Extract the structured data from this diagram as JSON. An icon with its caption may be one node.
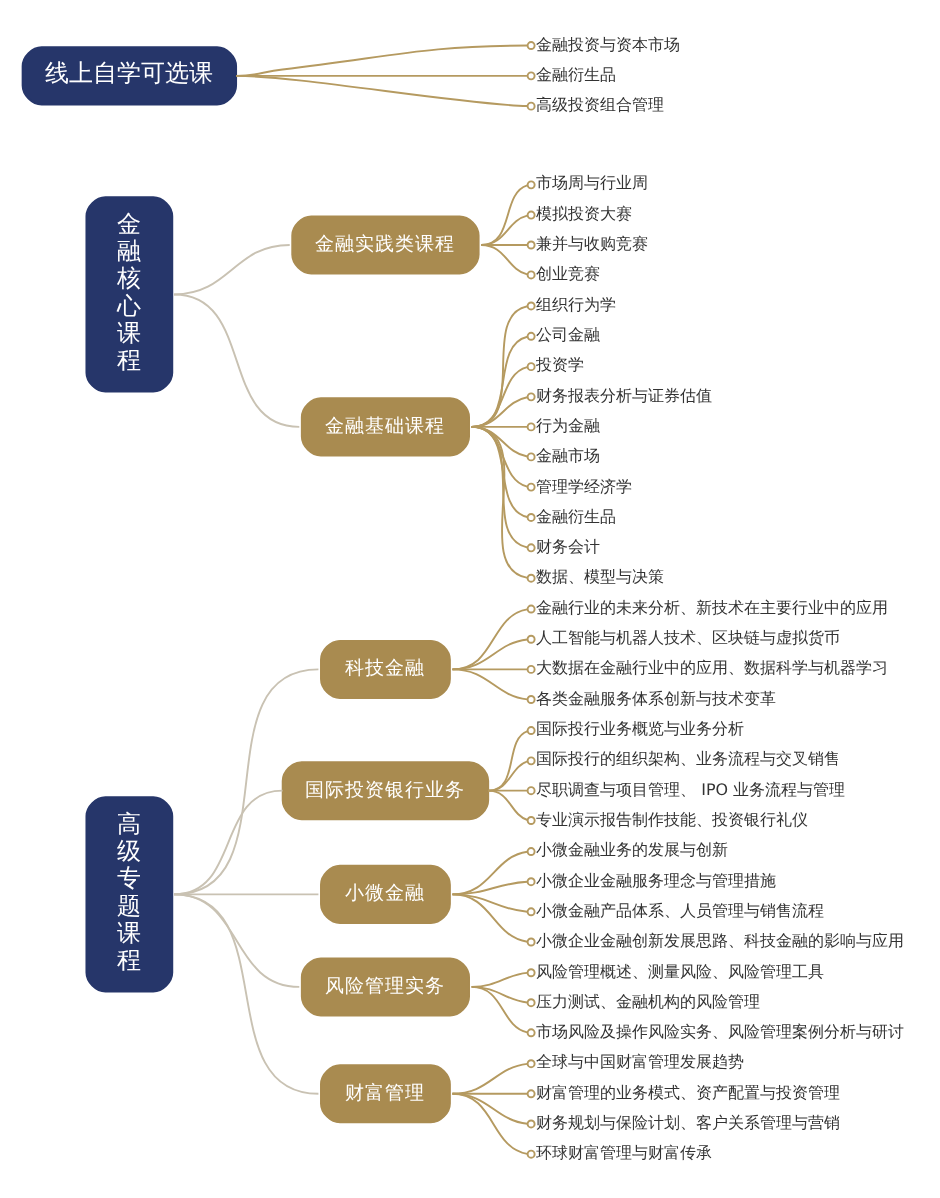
{
  "diagram": {
    "nodes": [
      {
        "text": [
          "线上自学可选课"
        ]
      },
      {
        "text": [
          "金融投资与资本市场"
        ]
      },
      {
        "text": [
          "金融衍生品"
        ]
      },
      {
        "text": [
          "高级投资组合管理"
        ]
      },
      {
        "text": [
          "金融核心课程"
        ]
      },
      {
        "text": [
          "金融实践类课程"
        ]
      },
      {
        "text": [
          "市场周与行业周"
        ]
      },
      {
        "text": [
          "模拟投资大赛"
        ]
      },
      {
        "text": [
          "兼并与收购竞赛"
        ]
      },
      {
        "text": [
          "创业竞赛"
        ]
      },
      {
        "text": [
          "金融基础课程"
        ]
      },
      {
        "text": [
          "组织行为学"
        ]
      },
      {
        "text": [
          "公司金融"
        ]
      },
      {
        "text": [
          "投资学"
        ]
      },
      {
        "text": [
          "财务报表分析与证券估值"
        ]
      },
      {
        "text": [
          "行为金融"
        ]
      },
      {
        "text": [
          "金融市场"
        ]
      },
      {
        "text": [
          "管理学经济学"
        ]
      },
      {
        "text": [
          "金融衍生品"
        ]
      },
      {
        "text": [
          "财务会计"
        ]
      },
      {
        "text": [
          "数据、模型与决策"
        ]
      },
      {
        "text": [
          "高级专题课程"
        ]
      },
      {
        "text": [
          "科技金融"
        ]
      },
      {
        "text": [
          "金融行业的未来分析、新技术在主要行业中的应用"
        ]
      },
      {
        "text": [
          "人工智能与机器人技术、区块链与虚拟货币"
        ]
      },
      {
        "text": [
          "大数据在金融行业中的应用、数据科学与机器学习"
        ]
      },
      {
        "text": [
          "各类金融服务体系创新与技术变革"
        ]
      },
      {
        "text": [
          "国际投资银行业务"
        ]
      },
      {
        "text": [
          "国际投行业务概览与业务分析"
        ]
      },
      {
        "text": [
          "国际投行的组织架构、业务流程与交叉销售"
        ]
      },
      {
        "text": [
          "尽职调查与项目管理、 IPO 业务流程与管理"
        ]
      },
      {
        "text": [
          "专业演示报告制作技能、投资银行礼仪"
        ]
      },
      {
        "text": [
          "小微金融"
        ]
      },
      {
        "text": [
          "小微金融业务的发展与创新"
        ]
      },
      {
        "text": [
          "小微企业金融服务理念与管理措施"
        ]
      },
      {
        "text": [
          "小微金融产品体系、人员管理与销售流程"
        ]
      },
      {
        "text": [
          "小微企业金融创新发展思路、科技金融的影响与应用"
        ]
      },
      {
        "text": [
          "风险管理实务"
        ]
      },
      {
        "text": [
          "风险管理概述、测量风险、风险管理工具"
        ]
      },
      {
        "text": [
          "压力测试、金融机构的风险管理"
        ]
      },
      {
        "text": [
          "市场风险及操作风险实务、风险管理案例分析与研讨"
        ]
      },
      {
        "text": [
          "财富管理"
        ]
      },
      {
        "text": [
          "全球与中国财富管理发展趋势"
        ]
      },
      {
        "text": [
          "财富管理的业务模式、资产配置与投资管理"
        ]
      },
      {
        "text": [
          "财务规划与保险计划、客户关系管理与营销"
        ]
      },
      {
        "text": [
          "环球财富管理与财富传承"
        ]
      }
    ],
    "edges": [
      {
        "from": 0,
        "to": 1,
        "arrow": "other"
      },
      {
        "from": 0,
        "to": 2,
        "arrow": "other"
      },
      {
        "from": 0,
        "to": 3,
        "arrow": "other"
      },
      {
        "from": 4,
        "to": 5,
        "arrow": "none",
        "color": "#c9c2b3"
      },
      {
        "from": 5,
        "to": 6,
        "arrow": "other"
      },
      {
        "from": 5,
        "to": 7,
        "arrow": "other"
      },
      {
        "from": 5,
        "to": 8,
        "arrow": "other"
      },
      {
        "from": 5,
        "to": 9,
        "arrow": "other"
      },
      {
        "from": 4,
        "to": 10,
        "arrow": "none",
        "color": "#c9c2b3"
      },
      {
        "from": 10,
        "to": 11,
        "arrow": "other"
      },
      {
        "from": 10,
        "to": 12,
        "arrow": "other"
      },
      {
        "from": 10,
        "to": 13,
        "arrow": "other"
      },
      {
        "from": 10,
        "to": 14,
        "arrow": "other"
      },
      {
        "from": 10,
        "to": 15,
        "arrow": "other"
      },
      {
        "from": 10,
        "to": 16,
        "arrow": "other"
      },
      {
        "from": 10,
        "to": 17,
        "arrow": "other"
      },
      {
        "from": 10,
        "to": 18,
        "arrow": "other"
      },
      {
        "from": 10,
        "to": 19,
        "arrow": "other"
      },
      {
        "from": 10,
        "to": 20,
        "arrow": "other"
      },
      {
        "from": 21,
        "to": 22,
        "arrow": "none",
        "color": "#c9c2b3"
      },
      {
        "from": 22,
        "to": 23,
        "arrow": "other"
      },
      {
        "from": 22,
        "to": 24,
        "arrow": "other"
      },
      {
        "from": 22,
        "to": 25,
        "arrow": "other"
      },
      {
        "from": 22,
        "to": 26,
        "arrow": "other"
      },
      {
        "from": 21,
        "to": 27,
        "arrow": "none",
        "color": "#c9c2b3"
      },
      {
        "from": 27,
        "to": 28,
        "arrow": "other"
      },
      {
        "from": 27,
        "to": 29,
        "arrow": "other"
      },
      {
        "from": 27,
        "to": 30,
        "arrow": "other"
      },
      {
        "from": 27,
        "to": 31,
        "arrow": "other"
      },
      {
        "from": 21,
        "to": 32,
        "arrow": "none",
        "color": "#c9c2b3"
      },
      {
        "from": 32,
        "to": 33,
        "arrow": "other"
      },
      {
        "from": 32,
        "to": 34,
        "arrow": "other"
      },
      {
        "from": 32,
        "to": 35,
        "arrow": "other"
      },
      {
        "from": 32,
        "to": 36,
        "arrow": "other"
      },
      {
        "from": 21,
        "to": 37,
        "arrow": "none",
        "color": "#c9c2b3"
      },
      {
        "from": 37,
        "to": 38,
        "arrow": "other"
      },
      {
        "from": 37,
        "to": 39,
        "arrow": "other"
      },
      {
        "from": 37,
        "to": 40,
        "arrow": "other"
      },
      {
        "from": 21,
        "to": 41,
        "arrow": "none",
        "color": "#c9c2b3"
      },
      {
        "from": 41,
        "to": 42,
        "arrow": "other"
      },
      {
        "from": 41,
        "to": 43,
        "arrow": "other"
      },
      {
        "from": 41,
        "to": 44,
        "arrow": "other"
      },
      {
        "from": 41,
        "to": 45,
        "arrow": "other"
      }
    ]
  }
}
